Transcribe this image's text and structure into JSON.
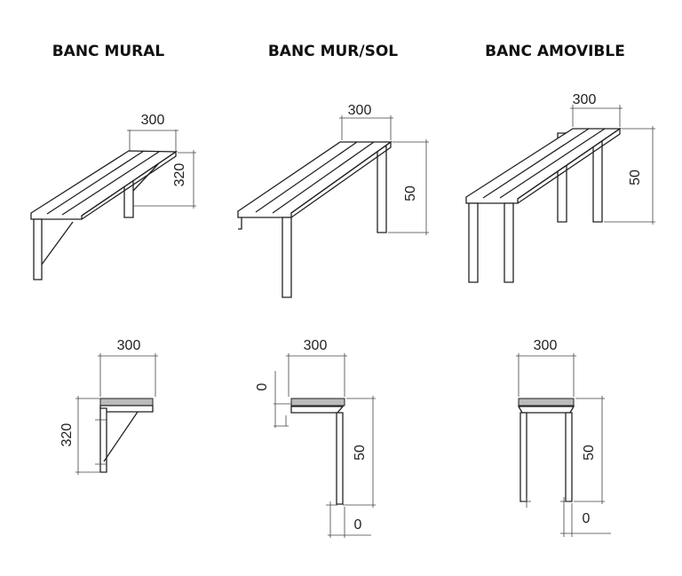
{
  "titles": [
    "BANC MURAL",
    "BANC MUR/SOL",
    "BANC AMOVIBLE"
  ],
  "iso_views": {
    "mural": {
      "width": "300",
      "height": "320"
    },
    "mur_sol": {
      "width": "300",
      "height": "50"
    },
    "amovible": {
      "width": "300",
      "height": "50"
    }
  },
  "side_views": {
    "mural": {
      "width": "300",
      "height": "320"
    },
    "mur_sol": {
      "width": "300",
      "top_offset": "0",
      "height": "50",
      "bottom_offset": "0"
    },
    "amovible": {
      "width": "300",
      "height": "50",
      "bottom_offset": "0"
    }
  }
}
